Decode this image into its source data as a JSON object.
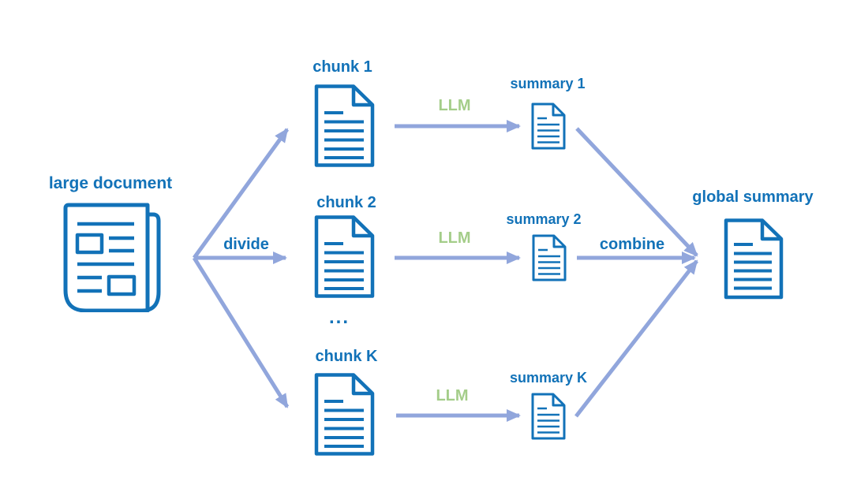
{
  "diagram": {
    "source": {
      "label": "large document",
      "icon": "newspaper-icon"
    },
    "divide_label": "divide",
    "chunks": [
      {
        "label": "chunk 1",
        "icon": "document-icon"
      },
      {
        "label": "chunk 2",
        "icon": "document-icon"
      },
      {
        "label": "chunk K",
        "icon": "document-icon"
      }
    ],
    "ellipsis": "...",
    "llm_labels": [
      "LLM",
      "LLM",
      "LLM"
    ],
    "summaries": [
      {
        "label": "summary 1",
        "icon": "document-icon"
      },
      {
        "label": "summary 2",
        "icon": "document-icon"
      },
      {
        "label": "summary K",
        "icon": "document-icon"
      }
    ],
    "combine_label": "combine",
    "result": {
      "label": "global summary",
      "icon": "document-icon"
    }
  },
  "colors": {
    "primary_blue": "#1272B8",
    "arrow_blue": "#91A6DC",
    "llm_green": "#A4CD89",
    "background": "#FFFFFF"
  }
}
